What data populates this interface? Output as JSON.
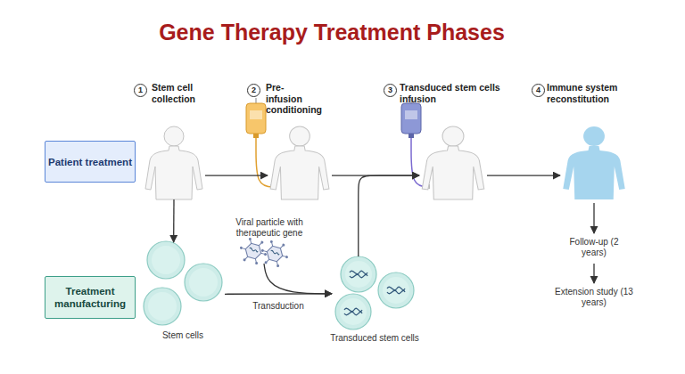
{
  "diagram": {
    "title": "Gene Therapy Treatment Phases",
    "nodes": [
      {
        "text": [
          "Patient treatment"
        ]
      },
      {
        "text": [
          "Treatment manufacturing"
        ]
      },
      {
        "text": [
          "1",
          "Stem cell collection"
        ]
      },
      {
        "text": [
          "2",
          "Pre- infusion conditioning"
        ]
      },
      {
        "text": [
          "3",
          "Transduced stem cells infusion"
        ]
      },
      {
        "text": [
          "4",
          "Immune system reconstitution"
        ]
      },
      {
        "text": [
          "Stem cells"
        ]
      },
      {
        "text": [
          "Viral particle with therapeutic gene"
        ]
      },
      {
        "text": [
          "Transduced stem cells"
        ]
      }
    ],
    "edges": [
      {
        "from": 2,
        "to": 3,
        "arrow": "to"
      },
      {
        "from": 3,
        "to": 4,
        "arrow": "to"
      },
      {
        "from": 4,
        "to": 5,
        "arrow": "to"
      },
      {
        "from": 2,
        "to": 6,
        "arrow": "to"
      },
      {
        "from": 6,
        "to": 8,
        "label": "Transduction",
        "arrow": "to"
      },
      {
        "from": 7,
        "to": 8,
        "arrow": "to"
      },
      {
        "from": 8,
        "to": 4,
        "arrow": "to"
      }
    ],
    "labels": [
      "Follow-up (2 years)",
      "Extension study (13 years)"
    ]
  }
}
